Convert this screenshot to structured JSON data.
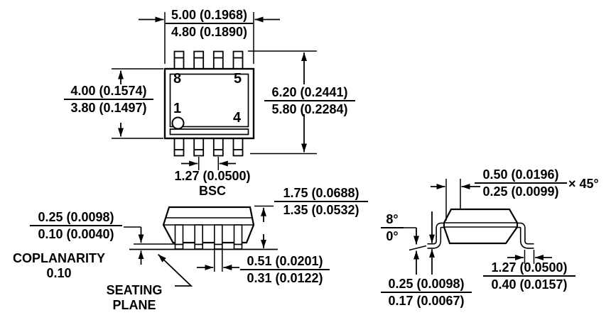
{
  "colors": {
    "ink": "#000000",
    "background": "#ffffff"
  },
  "views": {
    "top": {
      "pins": {
        "top_left": "8",
        "top_right": "5",
        "bottom_left": "1",
        "bottom_right": "4"
      },
      "package_width": {
        "max": "5.00 (0.1968)",
        "min": "4.80 (0.1890)"
      },
      "package_length": {
        "max": "4.00 (0.1574)",
        "min": "3.80 (0.1497)"
      },
      "lead_span": {
        "max": "6.20 (0.2441)",
        "min": "5.80 (0.2284)"
      },
      "lead_pitch": {
        "value": "1.27 (0.0500)",
        "qualifier": "BSC"
      }
    },
    "front": {
      "package_height": {
        "max": "1.75 (0.0688)",
        "min": "1.35 (0.0532)"
      },
      "standoff": {
        "max": "0.25 (0.0098)",
        "min": "0.10 (0.0040)"
      },
      "coplanarity": {
        "label": "COPLANARITY",
        "value": "0.10"
      },
      "seating_plane": {
        "line1": "SEATING",
        "line2": "PLANE"
      },
      "lead_width": {
        "max": "0.51 (0.0201)",
        "min": "0.31 (0.0122)"
      }
    },
    "side": {
      "chamfer": {
        "max": "0.50 (0.0196)",
        "min": "0.25 (0.0099)",
        "angle": "× 45°"
      },
      "lead_angle": {
        "max": "8°",
        "min": "0°"
      },
      "lead_thickness": {
        "max": "0.25 (0.0098)",
        "min": "0.17 (0.0067)"
      },
      "foot_length": {
        "max": "1.27 (0.0500)",
        "min": "0.40 (0.0157)"
      }
    }
  }
}
